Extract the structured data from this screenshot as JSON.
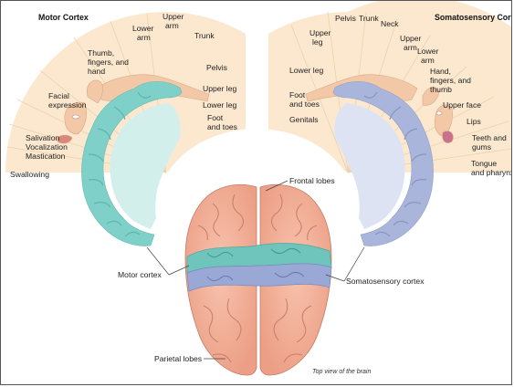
{
  "motor": {
    "title": "Motor Cortex",
    "labels": {
      "swallowing": "Swallowing",
      "salivation": "Salivation",
      "vocalization": "Vocalization",
      "mastication": "Mastication",
      "facial1": "Facial",
      "facial2": "expression",
      "thumb1": "Thumb,",
      "thumb2": "fingers, and",
      "thumb3": "hand",
      "lowerarm1": "Lower",
      "lowerarm2": "arm",
      "upperarm1": "Upper",
      "upperarm2": "arm",
      "trunk": "Trunk",
      "pelvis": "Pelvis",
      "upperleg": "Upper leg",
      "lowerleg": "Lower leg",
      "foot1": "Foot",
      "foot2": "and toes"
    }
  },
  "somato": {
    "title": "Somatosensory Cortex",
    "labels": {
      "pelvis": "Pelvis",
      "trunk": "Trunk",
      "neck": "Neck",
      "upperleg1": "Upper",
      "upperleg2": "leg",
      "upperarm1": "Upper",
      "upperarm2": "arm",
      "lowerarm1": "Lower",
      "lowerarm2": "arm",
      "lowerleg": "Lower leg",
      "hand1": "Hand,",
      "hand2": "fingers, and",
      "hand3": "thumb",
      "foot1": "Foot",
      "foot2": "and toes",
      "upperface": "Upper face",
      "genitals": "Genitals",
      "lips": "Lips",
      "teeth1": "Teeth and",
      "teeth2": "gums",
      "tongue1": "Tongue",
      "tongue2": "and pharynx"
    }
  },
  "brain": {
    "frontal": "Frontal lobes",
    "motor": "Motor cortex",
    "somato": "Somatosensory cortex",
    "parietal": "Parietal lobes",
    "caption": "Top view of the brain"
  },
  "colors": {
    "fan": "#fbe8cf",
    "fan_line": "#e9cfa8",
    "motor_cortex": "#7fd0c8",
    "motor_cortex_inner": "#d3efec",
    "somato_cortex": "#a9b5da",
    "somato_cortex_inner": "#dde3f3",
    "brain": "#f2ab94"
  }
}
